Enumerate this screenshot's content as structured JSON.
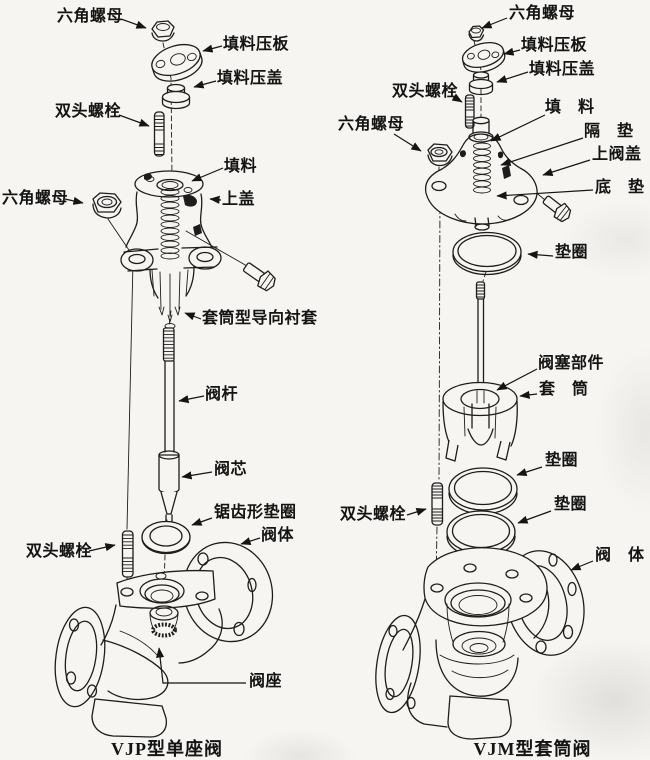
{
  "left_valve": {
    "caption": "VJP型单座阀",
    "labels": {
      "hex_nut_top": "六角螺母",
      "packing_plate": "填料压板",
      "packing_gland": "填料压盖",
      "stud_bolt_top": "双头螺栓",
      "packing": "填料",
      "hex_nut_mid": "六角螺母",
      "upper_cover": "上盖",
      "guide_bushing": "套筒型导向衬套",
      "valve_stem": "阀杆",
      "valve_plug": "阀芯",
      "serrated_washer": "锯齿形垫圈",
      "stud_bolt_bottom": "双头螺栓",
      "valve_body": "阀体",
      "valve_seat": "阀座"
    }
  },
  "right_valve": {
    "caption": "VJM型套筒阀",
    "labels": {
      "hex_nut_top": "六角螺母",
      "packing_plate": "填料压板",
      "packing_gland": "填料压盖",
      "stud_bolt_top": "双头螺栓",
      "packing": "填　料",
      "hex_nut_mid": "六角螺母",
      "spacer": "隔　垫",
      "upper_bonnet": "上阀盖",
      "bottom_gasket": "底　垫",
      "gasket_ring_top": "垫圈",
      "plug_assembly": "阀塞部件",
      "sleeve": "套　筒",
      "gasket_ring_mid": "垫圈",
      "stud_bolt_bottom": "双头螺栓",
      "gasket_ring_low": "垫圈",
      "valve_body": "阀　体"
    }
  }
}
